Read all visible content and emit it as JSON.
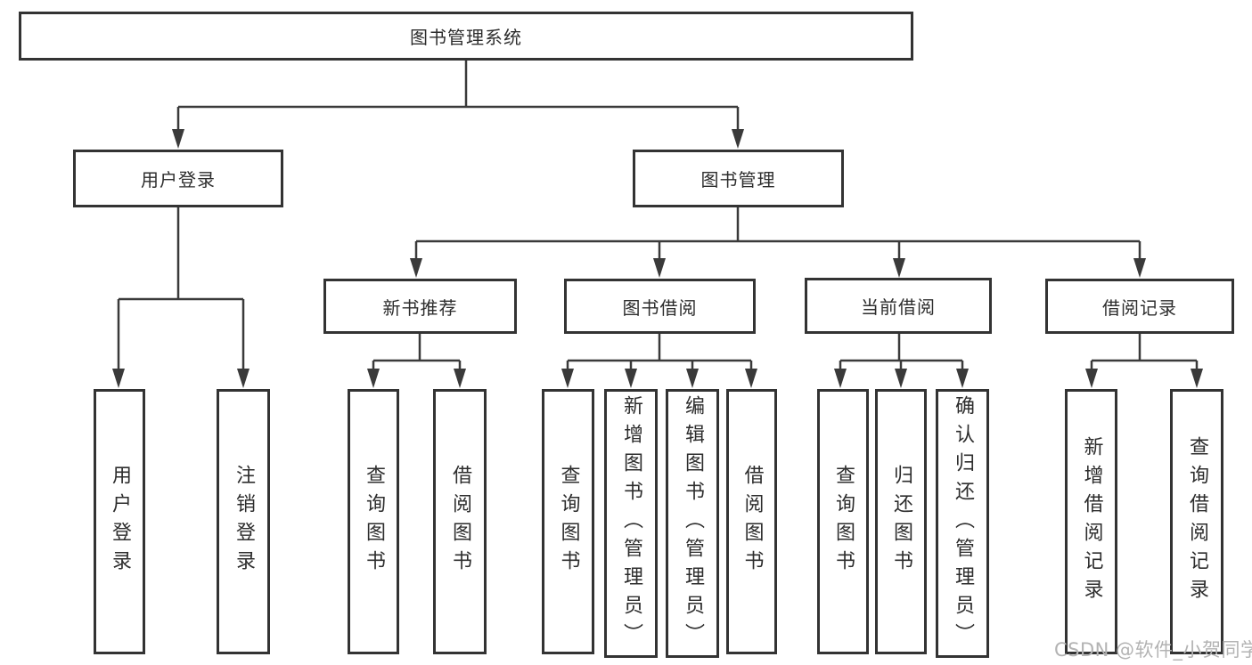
{
  "diagram": {
    "title": "图书管理系统",
    "nodes": {
      "root": "图书管理系统",
      "level2": [
        "用户登录",
        "图书管理"
      ],
      "level3": [
        "新书推荐",
        "图书借阅",
        "当前借阅",
        "借阅记录"
      ],
      "leaves_user": [
        "用户登录",
        "注销登录"
      ],
      "leaves_newbook": [
        "查询图书",
        "借阅图书"
      ],
      "leaves_borrow": [
        "查询图书",
        "新增图书（管理员）",
        "编辑图书（管理员）",
        "借阅图书"
      ],
      "leaves_current": [
        "查询图书",
        "归还图书",
        "确认归还（管理员）"
      ],
      "leaves_records": [
        "新增借阅记录",
        "查询借阅记录"
      ]
    }
  },
  "watermark": {
    "text": "CSDN @软件_小贺同学"
  },
  "colors": {
    "line": "#3a3a3a",
    "box_border": "#333333",
    "text": "#2d2d2d",
    "watermark": "#b3b3b3",
    "background": "#ffffff"
  }
}
